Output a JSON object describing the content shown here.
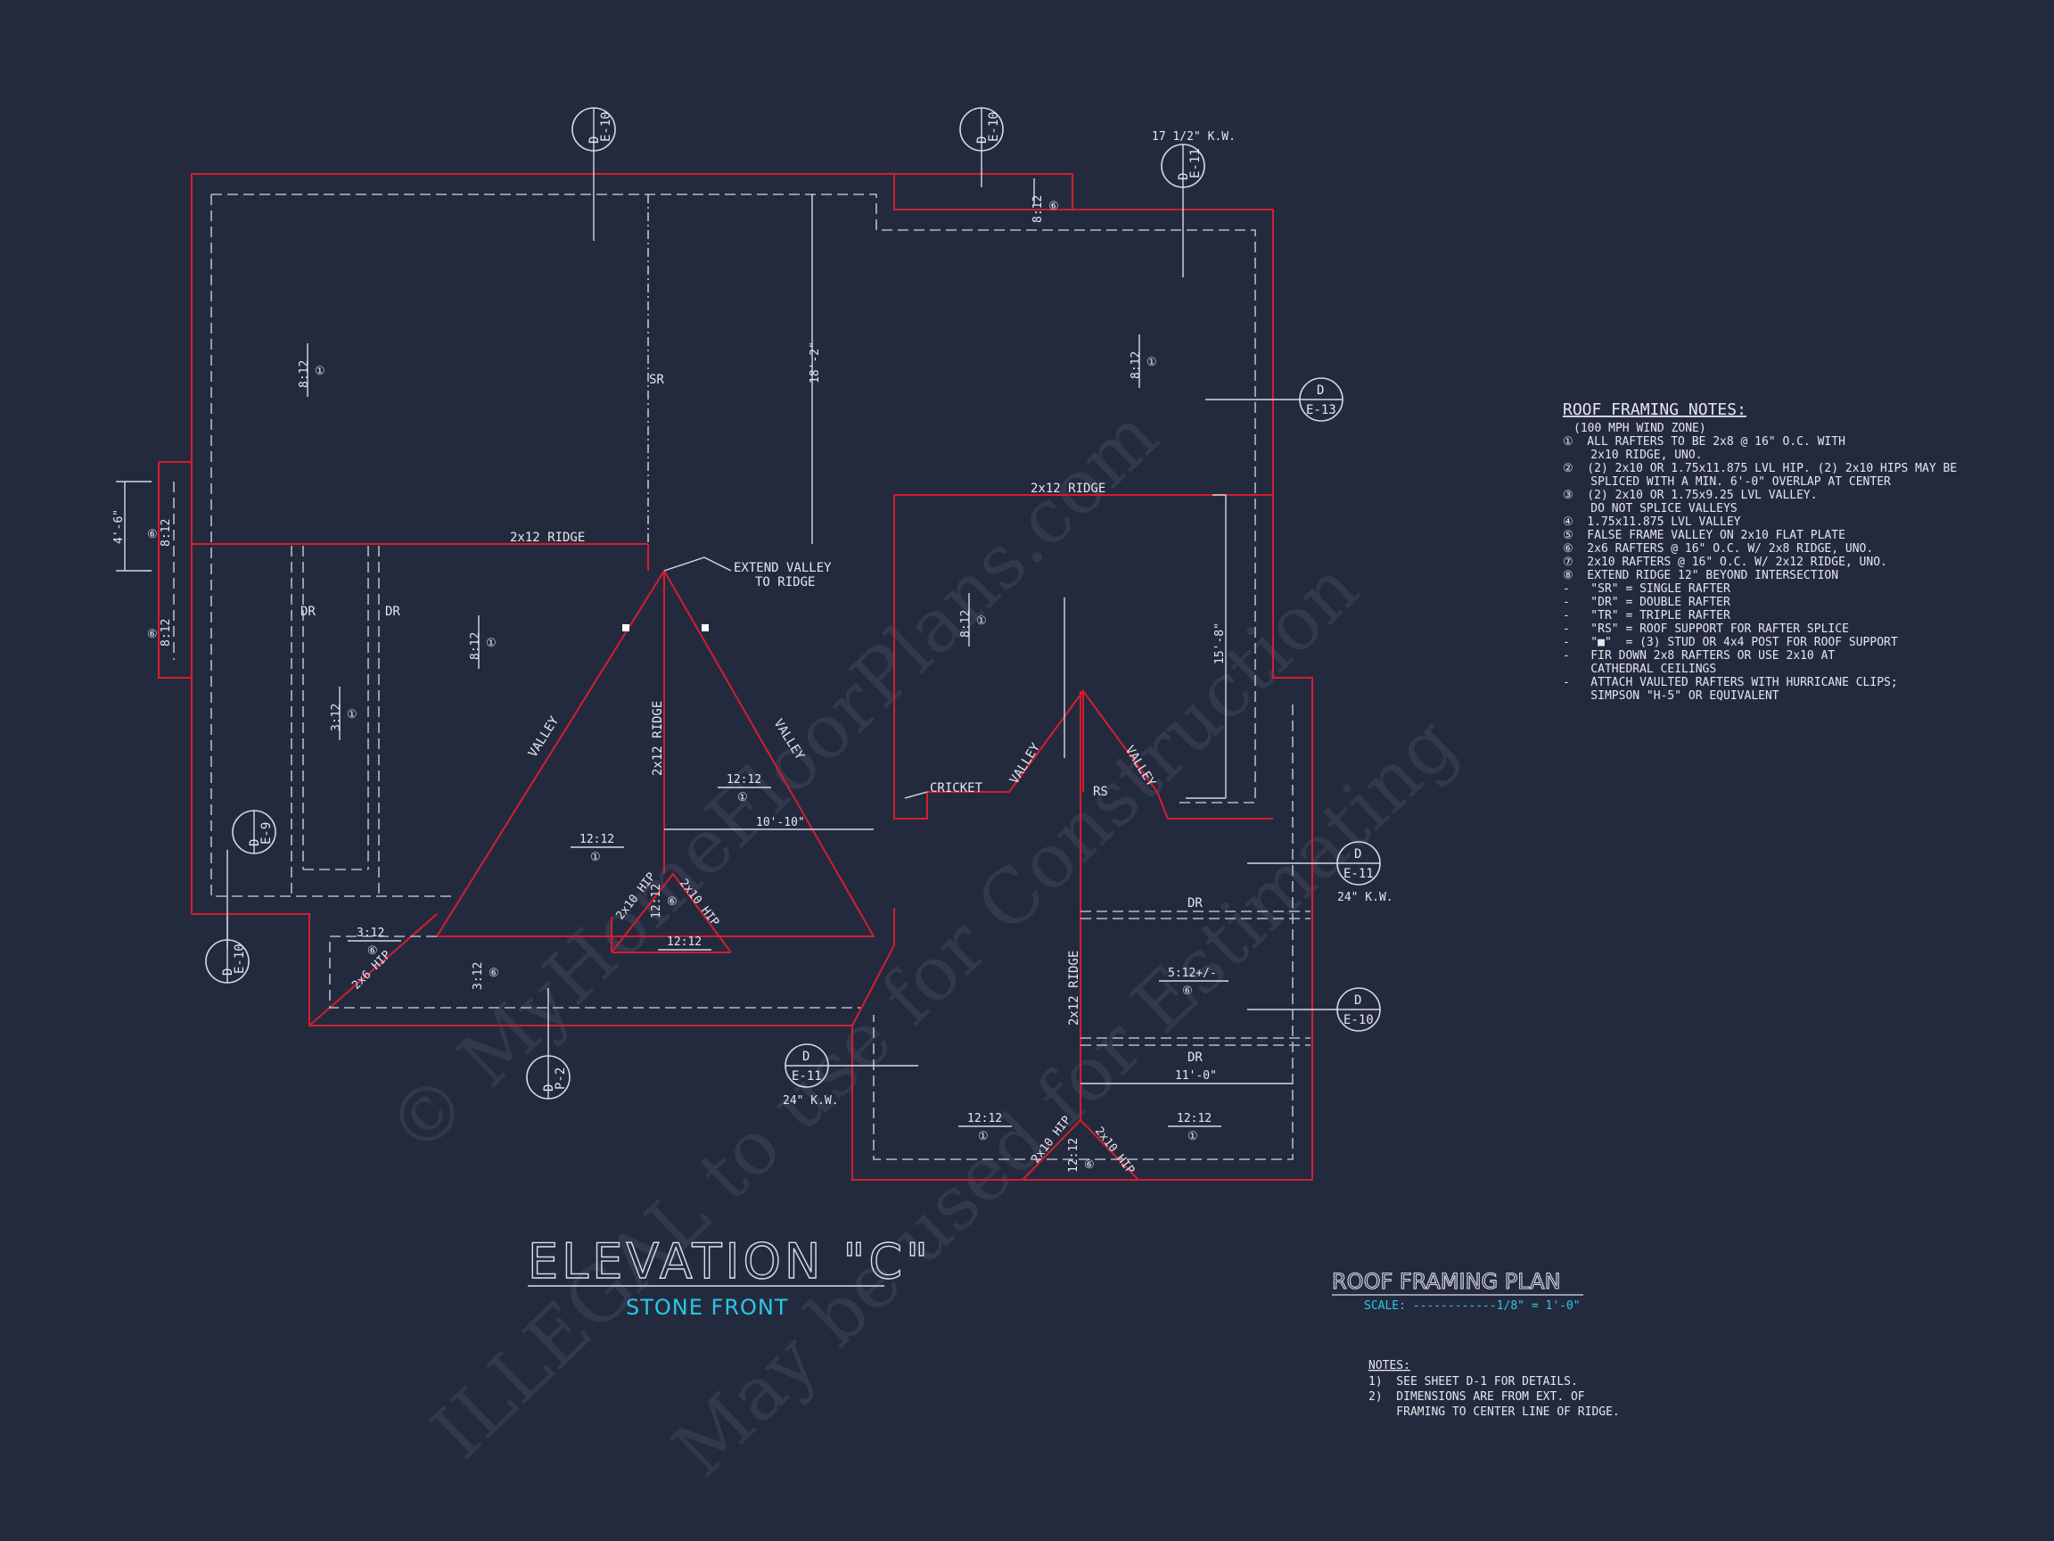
{
  "notes": {
    "title": "ROOF FRAMING NOTES:",
    "lines": [
      "(100 MPH WIND ZONE)",
      "①  ALL RAFTERS TO BE 2x8 @ 16\" O.C. WITH",
      "    2x10 RIDGE, UNO.",
      "②  (2) 2x10 OR 1.75x11.875 LVL HIP. (2) 2x10 HIPS MAY BE",
      "    SPLICED WITH A MIN. 6'-0\" OVERLAP AT CENTER",
      "③  (2) 2x10 OR 1.75x9.25 LVL VALLEY.",
      "    DO NOT SPLICE VALLEYS",
      "④  1.75x11.875 LVL VALLEY",
      "⑤  FALSE FRAME VALLEY ON 2x10 FLAT PLATE",
      "⑥  2x6 RAFTERS @ 16\" O.C. W/ 2x8 RIDGE, UNO.",
      "⑦  2x10 RAFTERS @ 16\" O.C. W/ 2x12 RIDGE, UNO.",
      "⑧  EXTEND RIDGE 12\" BEYOND INTERSECTION",
      "-   \"SR\" = SINGLE RAFTER",
      "-   \"DR\" = DOUBLE RAFTER",
      "-   \"TR\" = TRIPLE RAFTER",
      "-   \"RS\" = ROOF SUPPORT FOR RAFTER SPLICE",
      "-   \"■\"  = (3) STUD OR 4x4 POST FOR ROOF SUPPORT",
      "-   FIR DOWN 2x8 RAFTERS OR USE 2x10 AT",
      "    CATHEDRAL CEILINGS",
      "-   ATTACH VAULTED RAFTERS WITH HURRICANE CLIPS;",
      "    SIMPSON \"H-5\" OR EQUIVALENT"
    ]
  },
  "elevation": {
    "title": "ELEVATION \"C\"",
    "subtitle": "STONE FRONT"
  },
  "plan": {
    "title": "ROOF FRAMING PLAN",
    "scale": "SCALE: ------------1/8\" = 1'-0\""
  },
  "bottom_notes": {
    "title": "NOTES:",
    "lines": [
      "1)  SEE SHEET D-1 FOR DETAILS.",
      "2)  DIMENSIONS ARE FROM EXT. OF",
      "    FRAMING TO CENTER LINE OF RIDGE."
    ]
  },
  "labels": {
    "ridge_upper_left": "2x12 RIDGE",
    "ridge_upper_right": "2x12 RIDGE",
    "ridge_center": "2x12 RIDGE",
    "ridge_lower": "2x12 RIDGE",
    "sr": "SR",
    "dr_left_a": "DR",
    "dr_left_b": "DR",
    "dr_right_a": "DR",
    "dr_right_b": "DR",
    "rs": "RS",
    "cricket": "CRICKET",
    "extend_valley_1": "EXTEND VALLEY",
    "extend_valley_2": "TO RIDGE",
    "valley_left": "VALLEY",
    "valley_right": "VALLEY",
    "valley_small_left": "VALLEY",
    "valley_small_right": "VALLEY",
    "hip_left": "2x10 HIP",
    "hip_right": "2x10 HIP",
    "hip_low_left": "2x10 HIP",
    "hip_low_right": "2x10 HIP",
    "hip_far_left": "2x6 HIP",
    "dim_18_2": "18'-2\"",
    "dim_15_8": "15'-8\"",
    "dim_10_10": "10'-10\"",
    "dim_11_0": "11'-0\"",
    "dim_4_6": "4'-6\"",
    "kw_17_half": "17 1/2\" K.W.",
    "kw_24_right": "24\" K.W.",
    "kw_24_left": "24\" K.W."
  },
  "pitches": [
    {
      "id": "p1",
      "text": "8:12",
      "num": "①"
    },
    {
      "id": "p2",
      "text": "8:12",
      "num": "①"
    },
    {
      "id": "p3",
      "text": "8:12",
      "num": "①"
    },
    {
      "id": "p4",
      "text": "8:12",
      "num": "①"
    },
    {
      "id": "p5",
      "text": "3:12",
      "num": "①"
    },
    {
      "id": "p6",
      "text": "12:12",
      "num": "①"
    },
    {
      "id": "p7",
      "text": "12:12",
      "num": "①"
    },
    {
      "id": "p8",
      "text": "12:12",
      "num": ""
    },
    {
      "id": "p9",
      "text": "12:12",
      "num": "⑥"
    },
    {
      "id": "p10",
      "text": "3:12",
      "num": "⑥"
    },
    {
      "id": "p11",
      "text": "3:12",
      "num": "⑥"
    },
    {
      "id": "p12",
      "text": "5:12+/-",
      "num": "⑥"
    },
    {
      "id": "p13",
      "text": "12:12",
      "num": "①"
    },
    {
      "id": "p14",
      "text": "12:12",
      "num": "①"
    },
    {
      "id": "p15",
      "text": "12:12",
      "num": "⑥"
    },
    {
      "id": "p16",
      "text": "8:12",
      "num": "⑥"
    },
    {
      "id": "p17",
      "text": "8:12",
      "num": "⑥"
    },
    {
      "id": "p18",
      "text": "8:12",
      "num": "⑥"
    }
  ],
  "tags": [
    {
      "id": "t1",
      "top": "D",
      "bottom": "E-10"
    },
    {
      "id": "t2",
      "top": "D",
      "bottom": "E-10"
    },
    {
      "id": "t3",
      "top": "D",
      "bottom": "E-11"
    },
    {
      "id": "t4",
      "top": "D",
      "bottom": "E-13"
    },
    {
      "id": "t5",
      "top": "D",
      "bottom": "E-9"
    },
    {
      "id": "t6",
      "top": "D",
      "bottom": "E-10"
    },
    {
      "id": "t7",
      "top": "D",
      "bottom": "P-2"
    },
    {
      "id": "t8",
      "top": "D",
      "bottom": "E-11"
    },
    {
      "id": "t9",
      "top": "D",
      "bottom": "E-11"
    },
    {
      "id": "t10",
      "top": "D",
      "bottom": "E-10"
    }
  ],
  "watermark": {
    "line1": "© MyHomeFloorPlans.com",
    "line2": "ILLEGAL to use for Construction",
    "line3": "May be used for Estimating"
  },
  "colors": {
    "background": "#242a3e",
    "framing": "#d21e30",
    "accent": "#27c8e8",
    "line": "#d8d8e2"
  }
}
